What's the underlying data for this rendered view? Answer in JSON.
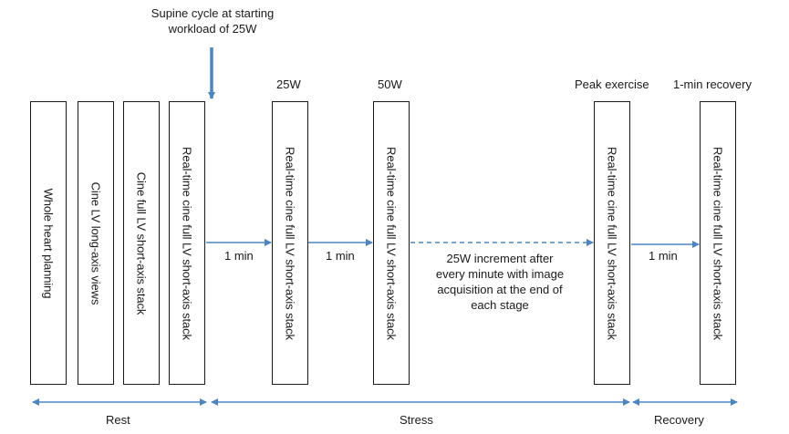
{
  "annotation": {
    "line1": "Supine cycle at starting",
    "line2": "workload of 25W"
  },
  "boxes": [
    {
      "label": "Whole heart planning"
    },
    {
      "label": "Cine LV long-axis views"
    },
    {
      "label": "Cine full LV short-axis stack"
    },
    {
      "label": "Real-time cine full LV short-axis stack"
    },
    {
      "label": "Real-time cine full LV short-axis stack"
    },
    {
      "label": "Real-time cine full LV short-axis stack"
    },
    {
      "label": "Real-time cine full LV short-axis stack"
    },
    {
      "label": "Real-time cine full LV short-axis stack"
    }
  ],
  "stage_labels": {
    "w25": "25W",
    "w50": "50W",
    "peak": "Peak exercise",
    "recovery1": "1-min recovery"
  },
  "intervals": {
    "a": "1 min",
    "b": "1 min",
    "c": "1 min"
  },
  "increment_note": {
    "line1": "25W increment after",
    "line2": "every minute with image",
    "line3": "acquisition at the end of",
    "line4": "each stage"
  },
  "phases": {
    "rest": "Rest",
    "stress": "Stress",
    "recovery": "Recovery"
  },
  "colors": {
    "arrow": "#4a86c5",
    "box_border": "#1a1a1a",
    "text": "#1a1a1a"
  }
}
